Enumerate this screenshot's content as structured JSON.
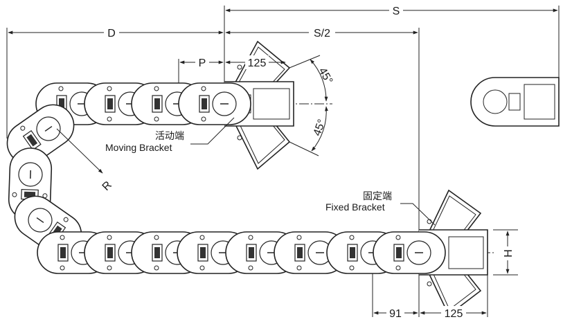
{
  "dimensions": {
    "s": "S",
    "s_half": "S/2",
    "d": "D",
    "p": "P",
    "width_top": "125",
    "width_bottom": "125",
    "offset": "91",
    "h": "H",
    "r": "R",
    "angle_top": "45°",
    "angle_bottom": "45°"
  },
  "labels": {
    "moving_cn": "活动端",
    "moving_en": "Moving Bracket",
    "fixed_cn": "固定端",
    "fixed_en": "Fixed Bracket"
  }
}
